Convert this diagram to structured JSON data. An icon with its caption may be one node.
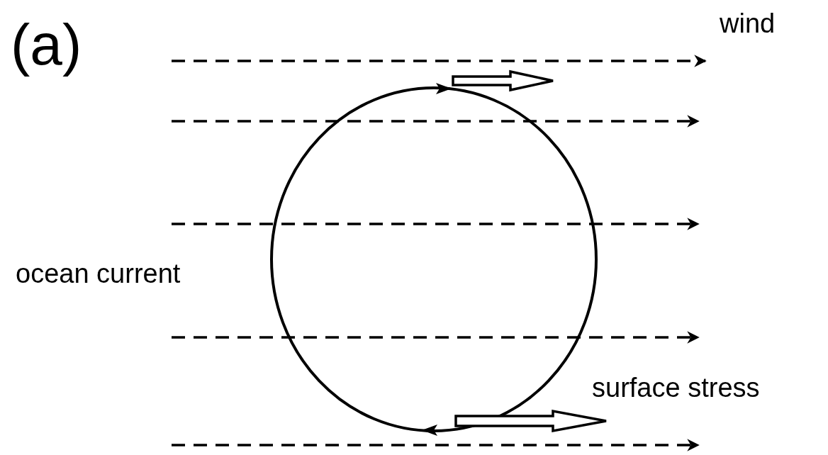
{
  "diagram": {
    "labels": [
      "(a)",
      "wind",
      "ocean current",
      "surface stress"
    ]
  }
}
